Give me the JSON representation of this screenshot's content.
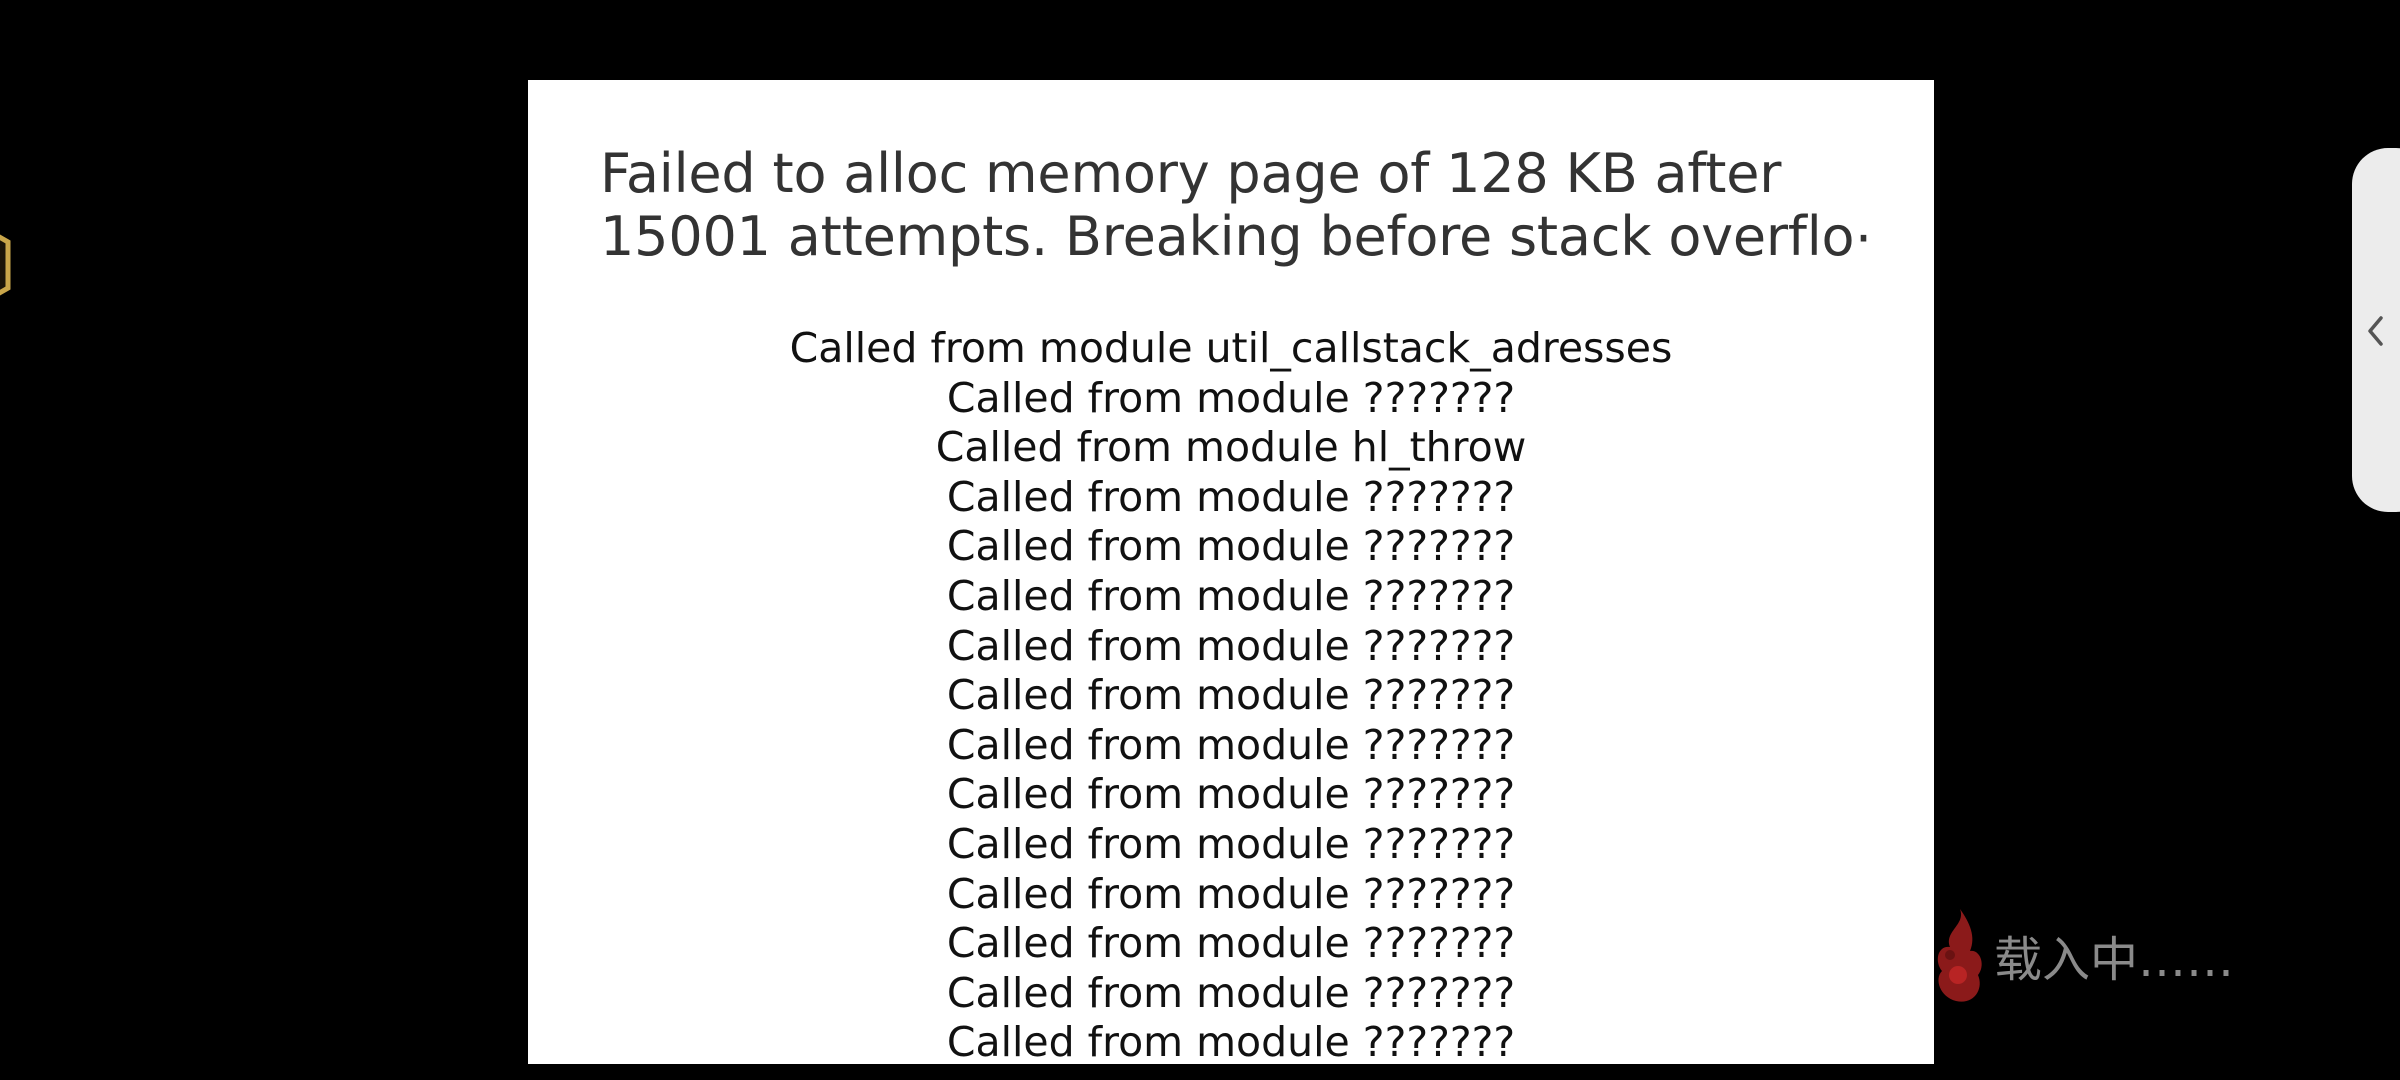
{
  "error_dialog": {
    "title_line1": "Failed to alloc memory page of 128 KB after",
    "title_line2": "15001 attempts. Breaking before stack overflo⋯",
    "stack_trace": [
      "Called from module util_callstack_adresses",
      "Called from module ???????",
      "Called from module hl_throw",
      "Called from module ???????",
      "Called from module ???????",
      "Called from module ???????",
      "Called from module ???????",
      "Called from module ???????",
      "Called from module ???????",
      "Called from module ???????",
      "Called from module ???????",
      "Called from module ???????",
      "Called from module ???????",
      "Called from module ???????",
      "Called from module ???????"
    ]
  },
  "loading": {
    "text": "载入中……"
  },
  "icons": {
    "left_badge": "hexagon-badge-icon",
    "side_tab": "chevron-left-icon",
    "loading": "flame-loading-icon"
  },
  "colors": {
    "background": "#000000",
    "dialog": "#ffffff",
    "badge_gold": "#c9a64a",
    "loading_red": "#8b1a1a",
    "loading_text": "#8a8a8a"
  }
}
